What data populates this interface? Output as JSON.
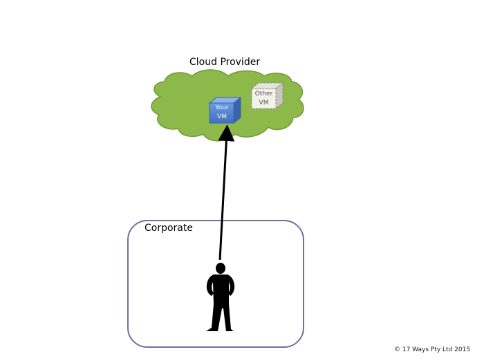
{
  "diagram": {
    "cloud": {
      "title": "Cloud Provider",
      "fill_color": "#8db84a",
      "stroke_color": "#6f9a35"
    },
    "vms": [
      {
        "label_line1": "Your",
        "label_line2": "VM",
        "face_color": "#4f81d0",
        "style": "solid"
      },
      {
        "label_line1": "Other",
        "label_line2": "VM",
        "face_color": "#f2f1ea",
        "style": "dashed"
      }
    ],
    "corporate": {
      "title": "Corporate",
      "stroke_color": "#7a6a9b"
    },
    "connection": {
      "from": "Corporate user",
      "to": "Your VM",
      "color": "#000000"
    },
    "user_figure": "person-silhouette",
    "copyright": "© 17 Ways Pty Ltd 2015"
  }
}
